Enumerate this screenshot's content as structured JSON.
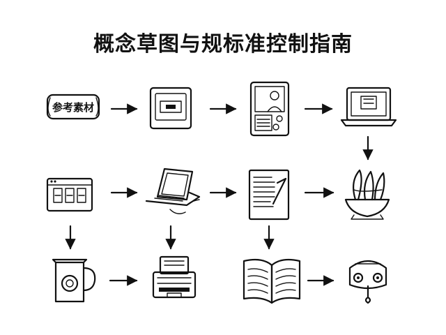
{
  "title": "概念草图与规标准控制指南",
  "nodes": [
    {
      "id": "reference-scroll",
      "icon": "scroll-icon",
      "label": "参考素材"
    },
    {
      "id": "monitor",
      "icon": "monitor-icon"
    },
    {
      "id": "id-card",
      "icon": "id-card-icon"
    },
    {
      "id": "laptop-open",
      "icon": "laptop-icon"
    },
    {
      "id": "grid-window",
      "icon": "grid-window-icon"
    },
    {
      "id": "laptop-sketch",
      "icon": "laptop-sketch-icon"
    },
    {
      "id": "document",
      "icon": "document-icon"
    },
    {
      "id": "bowl",
      "icon": "bowl-icon"
    },
    {
      "id": "kettle",
      "icon": "kettle-icon"
    },
    {
      "id": "printer",
      "icon": "printer-icon"
    },
    {
      "id": "book",
      "icon": "open-book-icon"
    },
    {
      "id": "robot",
      "icon": "robot-icon"
    }
  ],
  "edges": [
    [
      "reference-scroll",
      "monitor"
    ],
    [
      "monitor",
      "id-card"
    ],
    [
      "id-card",
      "laptop-open"
    ],
    [
      "laptop-open",
      "bowl"
    ],
    [
      "grid-window",
      "laptop-sketch"
    ],
    [
      "laptop-sketch",
      "document"
    ],
    [
      "document",
      "bowl"
    ],
    [
      "grid-window",
      "kettle"
    ],
    [
      "laptop-sketch",
      "printer"
    ],
    [
      "document",
      "book"
    ],
    [
      "kettle",
      "printer"
    ],
    [
      "book",
      "robot"
    ]
  ],
  "colors": {
    "ink": "#111111",
    "background": "#ffffff"
  }
}
